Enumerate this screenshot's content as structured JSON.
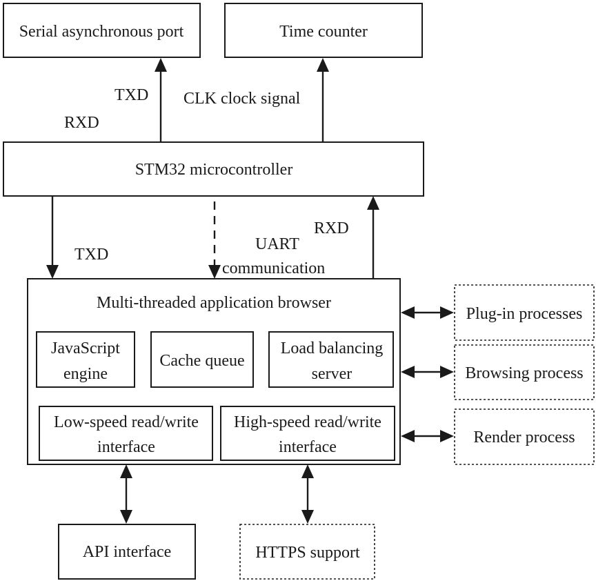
{
  "boxes": {
    "serial_port": "Serial asynchronous port",
    "time_counter": "Time counter",
    "stm32": "STM32 microcontroller",
    "browser_title": "Multi-threaded application browser",
    "js_engine": [
      "JavaScript",
      "engine"
    ],
    "cache_queue": "Cache queue",
    "load_balancing": [
      "Load balancing",
      "server"
    ],
    "low_speed": [
      "Low-speed read/write",
      "interface"
    ],
    "high_speed": [
      "High-speed read/write",
      "interface"
    ],
    "plugin": "Plug-in processes",
    "browsing": "Browsing process",
    "render": "Render process",
    "api": "API interface",
    "https": "HTTPS support"
  },
  "labels": {
    "txd_top": "TXD",
    "rxd_top": "RXD",
    "clk": "CLK clock signal",
    "txd_bottom": "TXD",
    "uart": [
      "UART",
      "communication"
    ],
    "rxd_bottom": "RXD"
  }
}
